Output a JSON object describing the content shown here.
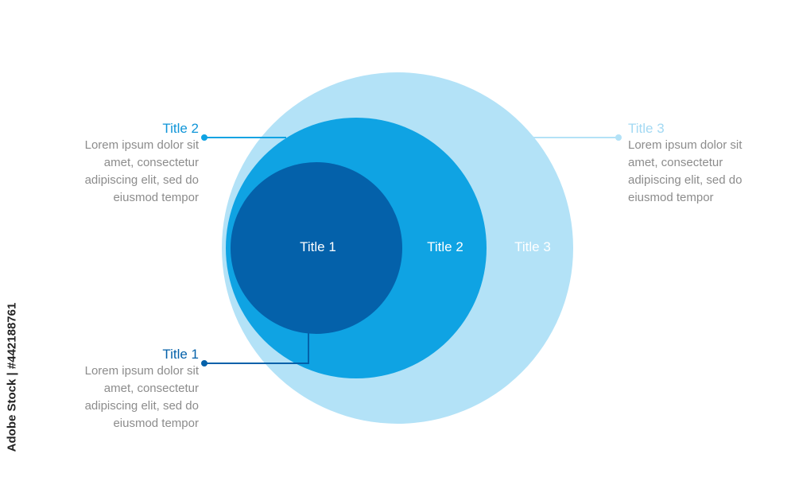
{
  "colors": {
    "circle1": "#0461aa",
    "circle2": "#0fa3e3",
    "circle3": "#b3e2f7",
    "title1_text": "#0461aa",
    "title2_text": "#0f95d8",
    "title3_text": "#a3d9f3",
    "circle_label": "#ffffff",
    "description": "#8c8c8c"
  },
  "circles": [
    {
      "label": "Title 1"
    },
    {
      "label": "Title 2"
    },
    {
      "label": "Title 3"
    }
  ],
  "callouts": [
    {
      "title": "Title 1",
      "description": "Lorem ipsum dolor sit\namet, consectetur\nadipiscing elit, sed do\neiusmod tempor"
    },
    {
      "title": "Title 2",
      "description": "Lorem ipsum dolor sit\namet, consectetur\nadipiscing elit, sed do\neiusmod tempor"
    },
    {
      "title": "Title 3",
      "description": "Lorem ipsum dolor sit\namet, consectetur\nadipiscing elit, sed do\neiusmod tempor"
    }
  ],
  "watermark": "Adobe Stock | #442188761"
}
